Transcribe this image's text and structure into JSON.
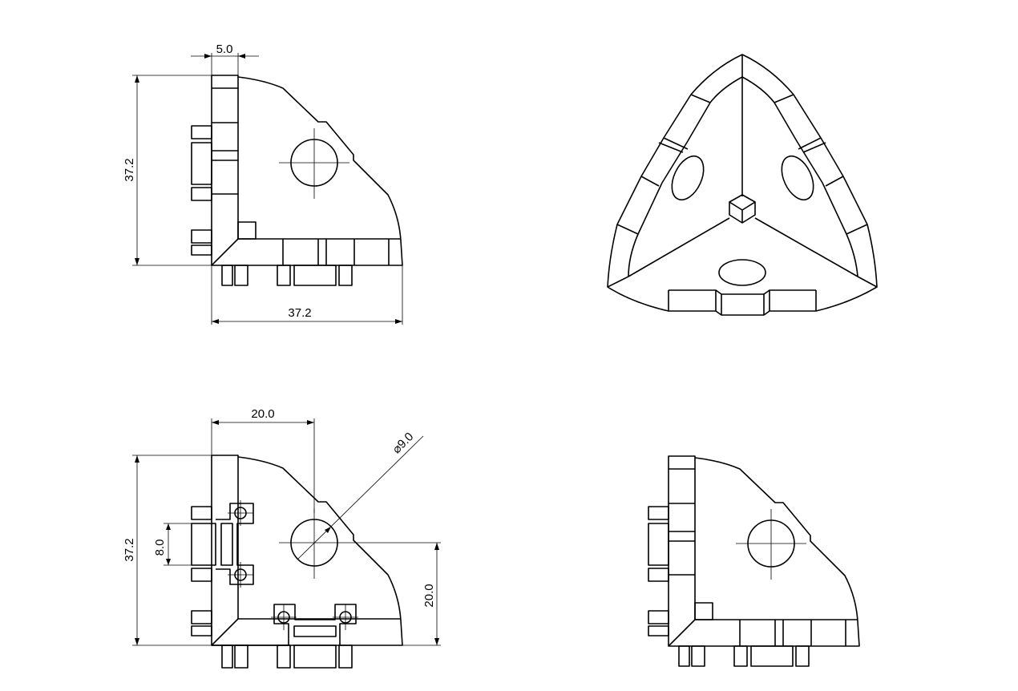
{
  "title": "Corner connector drawing",
  "views": {
    "top_left": {
      "dim_flange": "5.0",
      "dim_height": "37.2",
      "dim_width": "37.2"
    },
    "bottom_left": {
      "dim_hole_x": "20.0",
      "dim_hole_dia": "⌀9.0",
      "dim_height": "37.2",
      "dim_slot": "8.0",
      "dim_hole_y": "20.0"
    },
    "isometric": {},
    "bottom_right": {}
  },
  "colors": {
    "line": "#000000",
    "background": "#ffffff"
  }
}
